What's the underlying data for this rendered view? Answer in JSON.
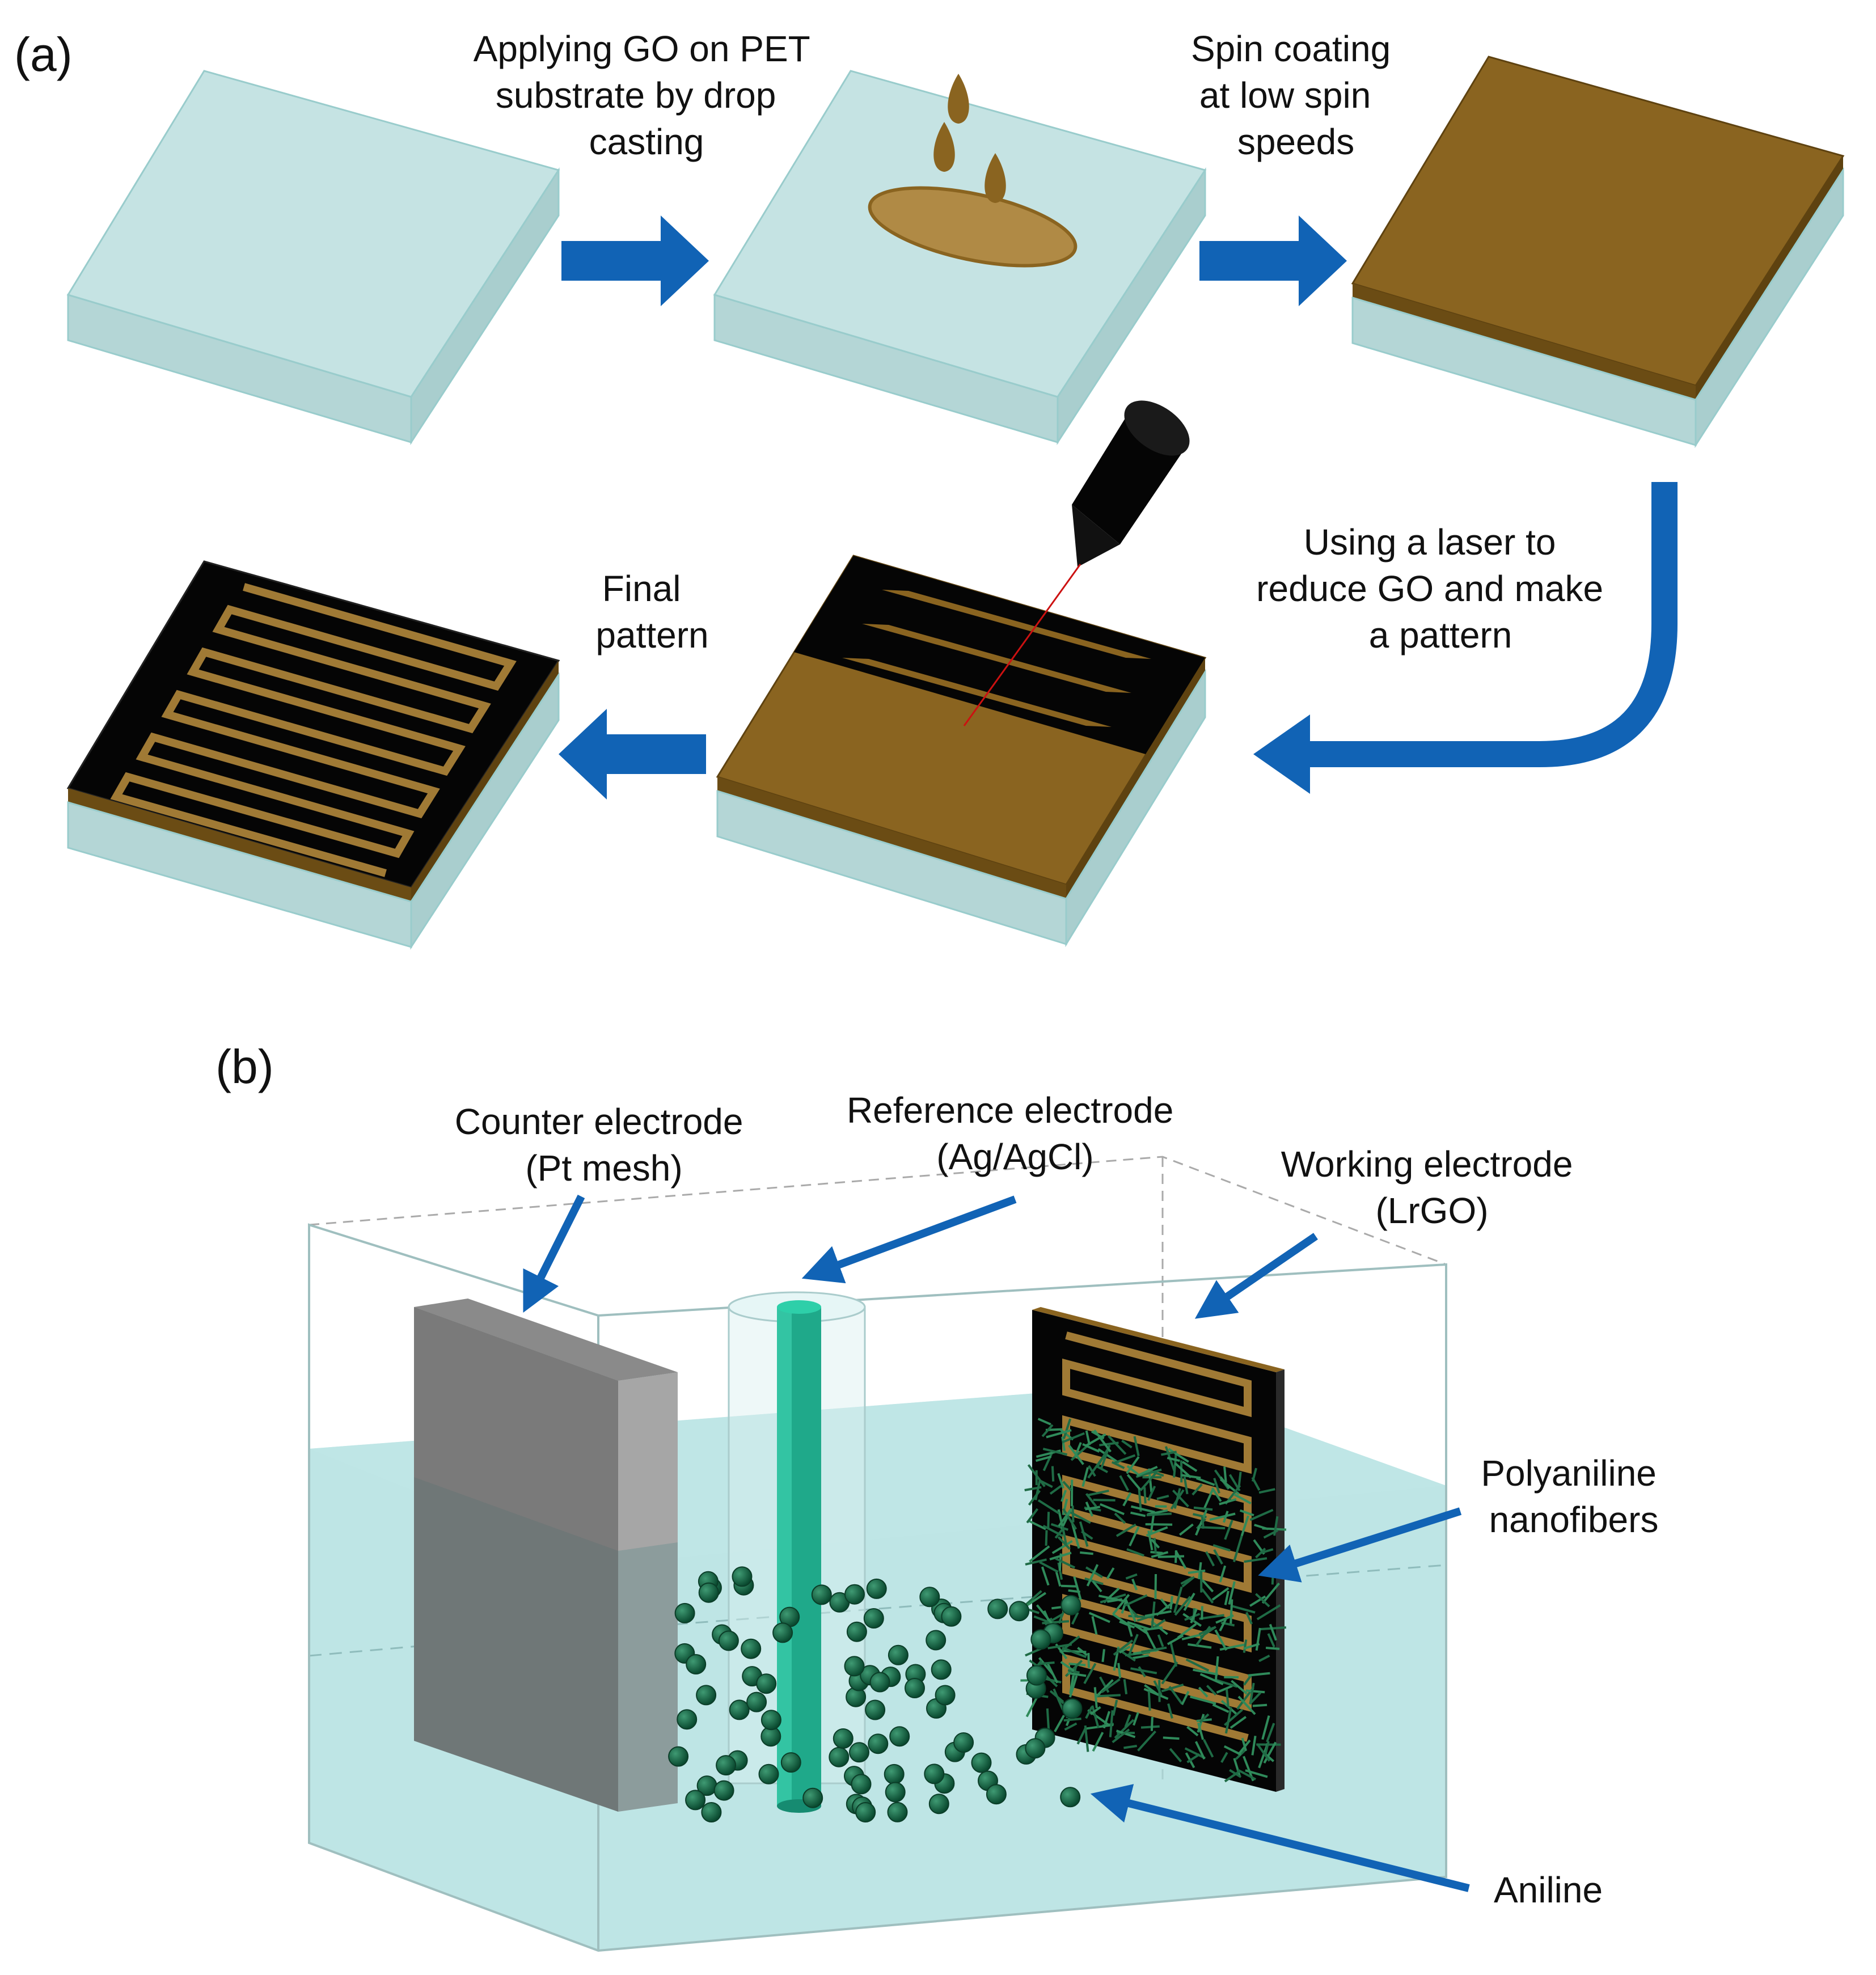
{
  "panel_a": {
    "label": "(a)",
    "step1_caption": [
      "Applying GO on PET",
      "substrate by drop",
      "casting"
    ],
    "step2_caption": [
      "Spin coating",
      "at low spin",
      "speeds"
    ],
    "step3_caption": [
      "Using a laser to",
      "reduce GO and make",
      "a pattern"
    ],
    "step4_caption": [
      "Final",
      "pattern"
    ]
  },
  "panel_b": {
    "label": "(b)",
    "counter": [
      "Counter electrode",
      "(Pt mesh)"
    ],
    "reference": [
      "Reference electrode",
      "(Ag/AgCl)"
    ],
    "working": [
      "Working electrode",
      "(LrGO)"
    ],
    "polyaniline": [
      "Polyaniline",
      "nanofibers"
    ],
    "aniline": [
      "Aniline"
    ]
  },
  "colors": {
    "pet": "#bfe0e0",
    "go": "#8a6420",
    "lrgo": "#050505",
    "arrow": "#1163b5",
    "solution": "#a8dcdc",
    "aniline_sphere": "#0f5a3c"
  }
}
